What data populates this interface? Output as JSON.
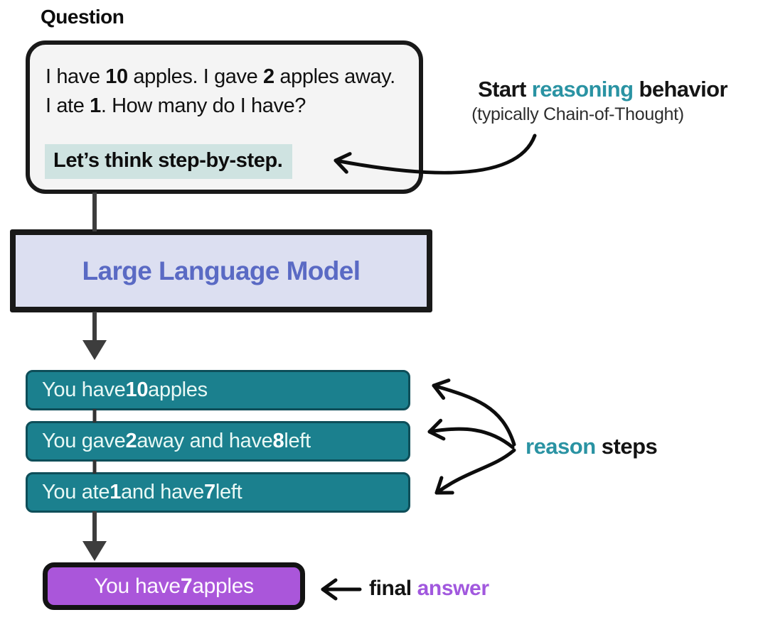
{
  "question": {
    "label": "Question",
    "segments": [
      {
        "t": "I have ",
        "b": false
      },
      {
        "t": "10",
        "b": true
      },
      {
        "t": " apples. I gave ",
        "b": false
      },
      {
        "t": "2",
        "b": true
      },
      {
        "t": " apples away. I ate ",
        "b": false
      },
      {
        "t": "1",
        "b": true
      },
      {
        "t": ". How many do I have?",
        "b": false
      }
    ],
    "highlight": "Let’s think step-by-step."
  },
  "callouts": {
    "reasoning": {
      "pre": "Start ",
      "accent": "reasoning",
      "post": " behavior",
      "sub": "(typically Chain-of-Thought)"
    },
    "reason_steps": {
      "accent": "reason",
      "post": " steps"
    },
    "final_answer": {
      "pre": "final ",
      "accent": "answer"
    }
  },
  "llm": {
    "label": "Large Language Model"
  },
  "steps": [
    {
      "segments": [
        {
          "t": "You have ",
          "b": false
        },
        {
          "t": "10",
          "b": true
        },
        {
          "t": " apples",
          "b": false
        }
      ]
    },
    {
      "segments": [
        {
          "t": "You gave ",
          "b": false
        },
        {
          "t": "2",
          "b": true
        },
        {
          "t": " away and have ",
          "b": false
        },
        {
          "t": "8",
          "b": true
        },
        {
          "t": " left",
          "b": false
        }
      ]
    },
    {
      "segments": [
        {
          "t": "You ate ",
          "b": false
        },
        {
          "t": "1",
          "b": true
        },
        {
          "t": " and have ",
          "b": false
        },
        {
          "t": "7",
          "b": true
        },
        {
          "t": " left",
          "b": false
        }
      ]
    }
  ],
  "final": {
    "segments": [
      {
        "t": "You have ",
        "b": false
      },
      {
        "t": "7",
        "b": true
      },
      {
        "t": " apples",
        "b": false
      }
    ]
  },
  "icons": {
    "flow_arrowhead": "filled-triangle-down",
    "callout_arrowhead": "open-chevron",
    "final_pointer": "left-arrow"
  },
  "colors": {
    "background": "#ffffff",
    "ink": "#131313",
    "question_box_bg": "#f4f4f4",
    "highlight_bg": "#cfe3e1",
    "teal_accent": "#2a93a3",
    "step_box_bg": "#1b808e",
    "step_box_border": "#0e4e59",
    "step_text": "#e9f8f5",
    "llm_box_bg": "#dcdff1",
    "llm_text": "#5a6ac4",
    "answer_box_bg": "#aa56da",
    "purple_accent": "#a158de",
    "flow_arrow_gray": "#3d3d3d"
  }
}
